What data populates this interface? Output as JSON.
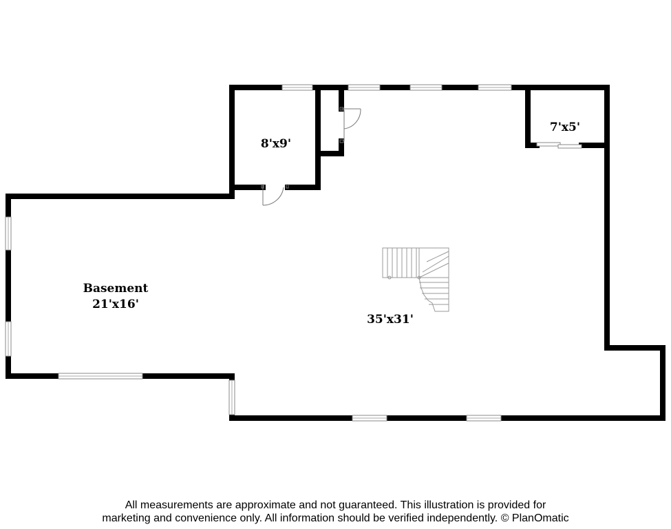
{
  "rooms": {
    "basement": {
      "name": "Basement",
      "size": "21'x16'"
    },
    "main": {
      "size": "35'x31'"
    },
    "closet_left": {
      "size": "8'x9'"
    },
    "closet_right": {
      "size": "7'x5'"
    }
  },
  "disclaimer": {
    "line1": "All measurements are approximate and not guaranteed. This illustration is provided for",
    "line2": "marketing and convenience only. All information should be verified independently. © PlanOmatic"
  }
}
